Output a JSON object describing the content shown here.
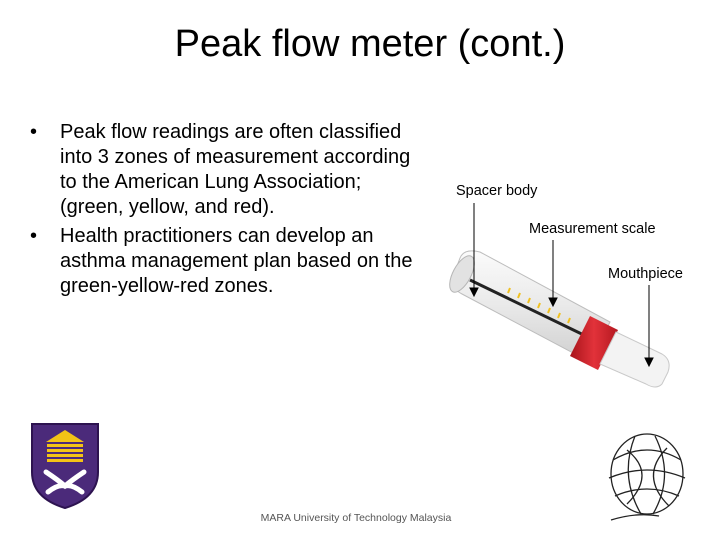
{
  "slide": {
    "title": "Peak flow meter (cont.)",
    "bullets": [
      "Peak flow readings are often classified into 3 zones of measurement according to the American Lung Association; (green, yellow, and red).",
      "Health practitioners can develop an asthma management plan based on the green-yellow-red zones."
    ],
    "bullet_glyph": "•"
  },
  "figure": {
    "labels": {
      "spacer": "Spacer body",
      "scale": "Measurement scale",
      "mouthpiece": "Mouthpiece"
    },
    "colors": {
      "body": "#f1f1f1",
      "band": "#d9262e",
      "scale_marks": "#f0c020",
      "line": "#222222"
    }
  },
  "footer": {
    "text": "MARA University of Technology Malaysia"
  },
  "logos": {
    "left": "uitm-crest-logo",
    "right": "globe-swirl-logo"
  }
}
